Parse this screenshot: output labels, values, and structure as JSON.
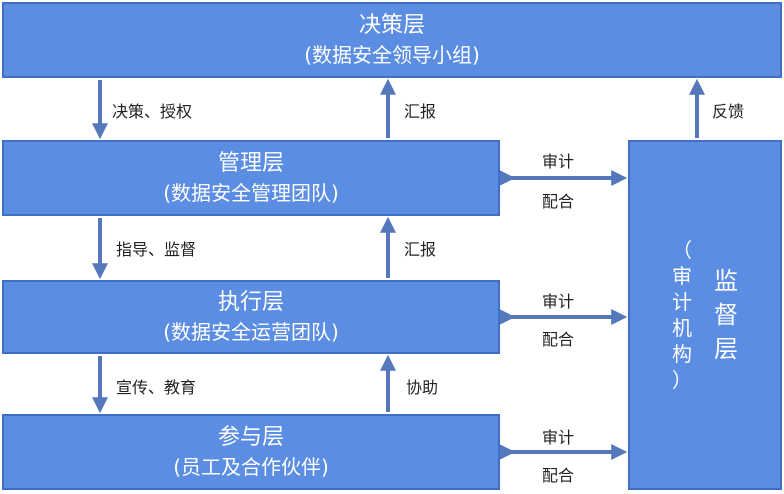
{
  "layers": {
    "decision": {
      "name": "决策层",
      "sub": "(数据安全领导小组)"
    },
    "manage": {
      "name": "管理层",
      "sub": "(数据安全管理团队)"
    },
    "operate": {
      "name": "执行层",
      "sub": "(数据安全运营团队)"
    },
    "participate": {
      "name": "参与层",
      "sub": "(员工及合作伙伴)"
    },
    "supervise": {
      "name": [
        "监",
        "督",
        "层"
      ],
      "sub": [
        "（",
        "审",
        "计",
        "机",
        "构",
        "）"
      ]
    }
  },
  "flows": {
    "decision_to_manage": "决策、授权",
    "manage_to_decision": "汇报",
    "manage_to_operate": "指导、监督",
    "operate_to_manage": "汇报",
    "operate_to_participate": "宣传、教育",
    "participate_to_operate": "协助",
    "supervise_to_decision": "反馈"
  },
  "audit_links": [
    {
      "top": "审计",
      "bottom": "配合"
    },
    {
      "top": "审计",
      "bottom": "配合"
    },
    {
      "top": "审计",
      "bottom": "配合"
    }
  ],
  "colors": {
    "box_fill": "#5b8de3",
    "box_border": "#3f6fc9",
    "arrow": "#5577bb"
  }
}
